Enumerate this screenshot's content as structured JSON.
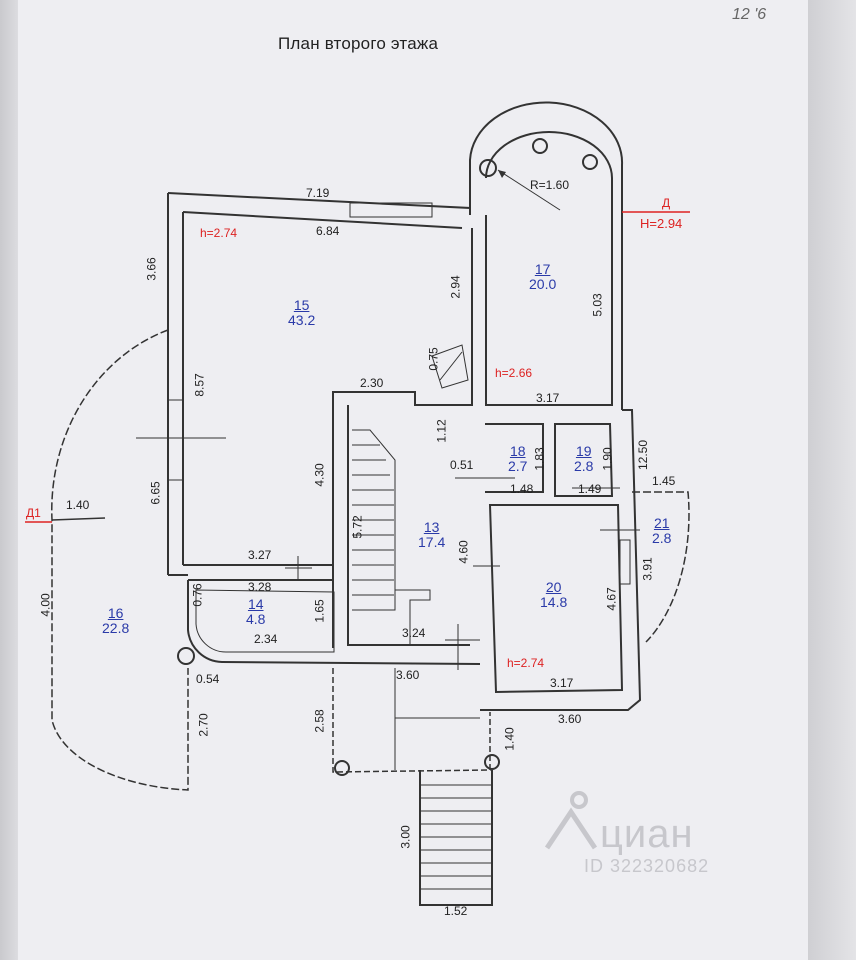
{
  "title": "План второго этажа",
  "page_number": "12 '6",
  "watermark": {
    "brand": "циан",
    "id": "ID 322320682"
  },
  "rooms": [
    {
      "num": "15",
      "area": "43.2"
    },
    {
      "num": "17",
      "area": "20.0"
    },
    {
      "num": "18",
      "area": "2.7"
    },
    {
      "num": "19",
      "area": "2.8"
    },
    {
      "num": "13",
      "area": "17.4"
    },
    {
      "num": "14",
      "area": "4.8"
    },
    {
      "num": "16",
      "area": "22.8"
    },
    {
      "num": "20",
      "area": "14.8"
    },
    {
      "num": "21",
      "area": "2.8"
    }
  ],
  "heights": {
    "h15": "h=2.74",
    "h17": "h=2.66",
    "h20": "h=2.74",
    "H": "H=2.94"
  },
  "markers": {
    "d": "Д",
    "d1": "Д1"
  },
  "radius": "R=1.60",
  "dims": {
    "d719": "7.19",
    "d684": "6.84",
    "d366": "3.66",
    "d294": "2.94",
    "d075": "0.75",
    "d230": "2.30",
    "d857": "8.57",
    "d503": "5.03",
    "d317a": "3.17",
    "d112": "1.12",
    "d051": "0.51",
    "d183": "1.83",
    "d190": "1.90",
    "d148": "1.48",
    "d149": "1.49",
    "d1250": "12.50",
    "d145": "1.45",
    "d140a": "1.40",
    "d665": "6.65",
    "d430": "4.30",
    "d572": "5.72",
    "d460": "4.60",
    "d327": "3.27",
    "d076": "0.76",
    "d328": "3.28",
    "d165": "1.65",
    "d234": "2.34",
    "d324": "3.24",
    "d467": "4.67",
    "d391": "3.91",
    "d400": "4.00",
    "d054": "0.54",
    "d270": "2.70",
    "d258": "2.58",
    "d360a": "3.60",
    "d317b": "3.17",
    "d360b": "3.60",
    "d140b": "1.40",
    "d300": "3.00",
    "d152": "1.52"
  }
}
